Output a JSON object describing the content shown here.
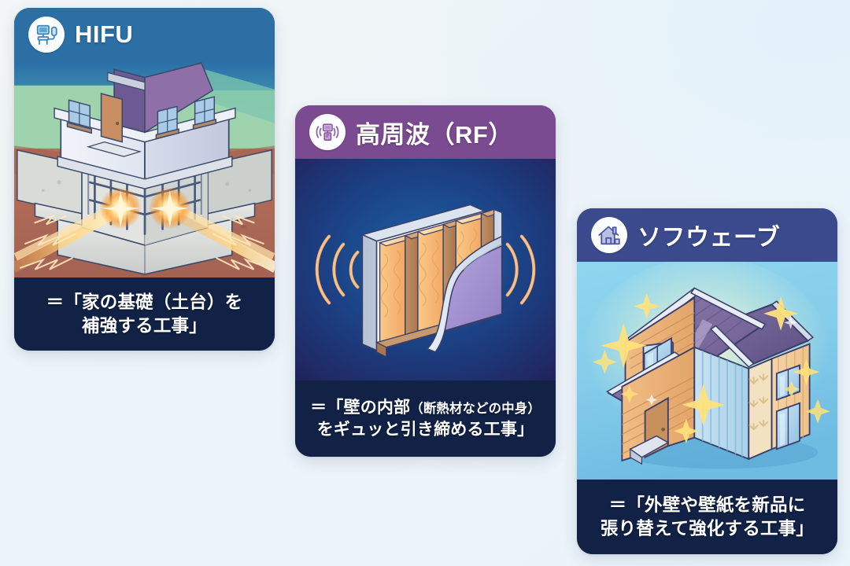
{
  "background": {
    "gradient_from": "#f2f6f8",
    "gradient_to": "#e9f3fa"
  },
  "cards": [
    {
      "id": "hifu",
      "title": "HIFU",
      "icon": "hifu-device-icon",
      "header_color": "#2c6fa5",
      "body_color": "#0f2247",
      "caption_color": "#112246",
      "caption_lines": [
        "＝「家の基礎（土台）を",
        "補強する工事」"
      ],
      "illustration": "house-foundation-rebar-energy-beams"
    },
    {
      "id": "rf",
      "title": "高周波（RF）",
      "icon": "rf-device-waves-icon",
      "header_color": "#7b4b91",
      "body_color": "#15214a",
      "caption_color": "#112246",
      "caption_lines": [
        {
          "pre": "＝「壁の内部",
          "paren": "（断熱材などの中身）"
        },
        {
          "pre": "をギュッと引き締める工事」",
          "paren": ""
        }
      ],
      "illustration": "wall-cross-section-insulation-waves"
    },
    {
      "id": "softwave",
      "title": "ソフウェーブ",
      "icon": "house-icon",
      "header_color": "#3b4a8c",
      "body_color": "#122449",
      "caption_color": "#112246",
      "caption_lines": [
        "＝「外壁や壁紙を新品に",
        "張り替えて強化する工事」"
      ],
      "illustration": "renovated-house-sparkles"
    }
  ]
}
